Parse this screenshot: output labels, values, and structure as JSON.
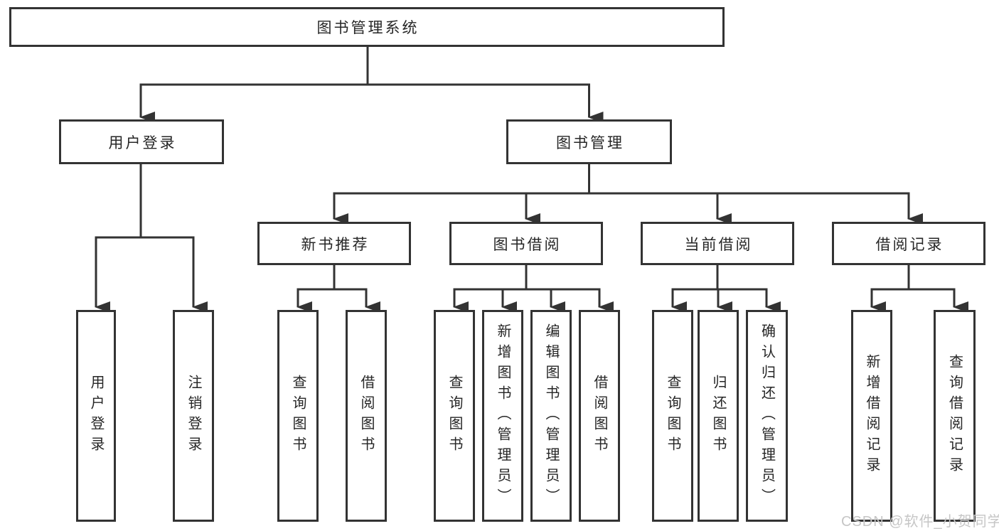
{
  "diagram": {
    "type": "hierarchy-flowchart",
    "tree": {
      "label": "图书管理系统",
      "children": [
        {
          "label": "用户登录",
          "children": [
            {
              "label": "用户登录"
            },
            {
              "label": "注销登录"
            }
          ]
        },
        {
          "label": "图书管理",
          "children": [
            {
              "label": "新书推荐",
              "children": [
                {
                  "label": "查询图书"
                },
                {
                  "label": "借阅图书"
                }
              ]
            },
            {
              "label": "图书借阅",
              "children": [
                {
                  "label": "查询图书"
                },
                {
                  "label": "新增图书（管理员）"
                },
                {
                  "label": "编辑图书（管理员）"
                },
                {
                  "label": "借阅图书"
                }
              ]
            },
            {
              "label": "当前借阅",
              "children": [
                {
                  "label": "查询图书"
                },
                {
                  "label": "归还图书"
                },
                {
                  "label": "确认归还（管理员）"
                }
              ]
            },
            {
              "label": "借阅记录",
              "children": [
                {
                  "label": "新增借阅记录"
                },
                {
                  "label": "查询借阅记录"
                }
              ]
            }
          ]
        }
      ]
    }
  },
  "watermark": "CSDN @软件_小贺同学",
  "colors": {
    "line": "#333333",
    "box_border": "#333333",
    "text": "#262626",
    "background": "#ffffff",
    "watermark": "#c6c6c6"
  }
}
